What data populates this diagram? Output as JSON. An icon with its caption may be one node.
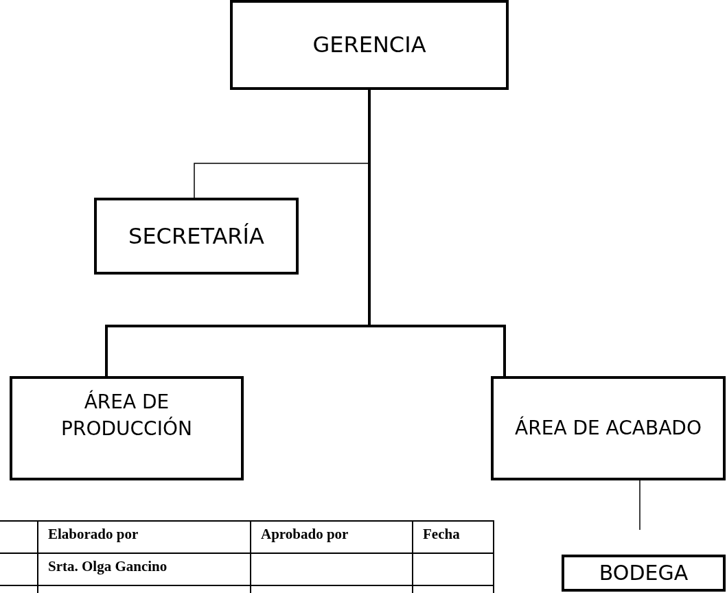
{
  "diagram": {
    "nodes": [
      {
        "text": [
          "GERENCIA"
        ]
      },
      {
        "text": [
          "SECRETARÍA"
        ]
      },
      {
        "text": [
          "ÁREA DE PRODUCCIÓN"
        ]
      },
      {
        "text": [
          "ÁREA DE ACABADO"
        ]
      },
      {
        "text": [
          "BODEGA"
        ]
      }
    ],
    "edges": [
      {
        "from": 0,
        "to": 1,
        "arrow": "none"
      },
      {
        "from": 0,
        "to": 2,
        "arrow": "none",
        "style": "thick"
      },
      {
        "from": 0,
        "to": 3,
        "arrow": "none",
        "style": "thick"
      },
      {
        "from": 3,
        "to": 4,
        "arrow": "none"
      }
    ],
    "labels": [
      "Elaborado por",
      "Aprobado por",
      "Fecha",
      "Srta. Olga Gancino"
    ]
  }
}
